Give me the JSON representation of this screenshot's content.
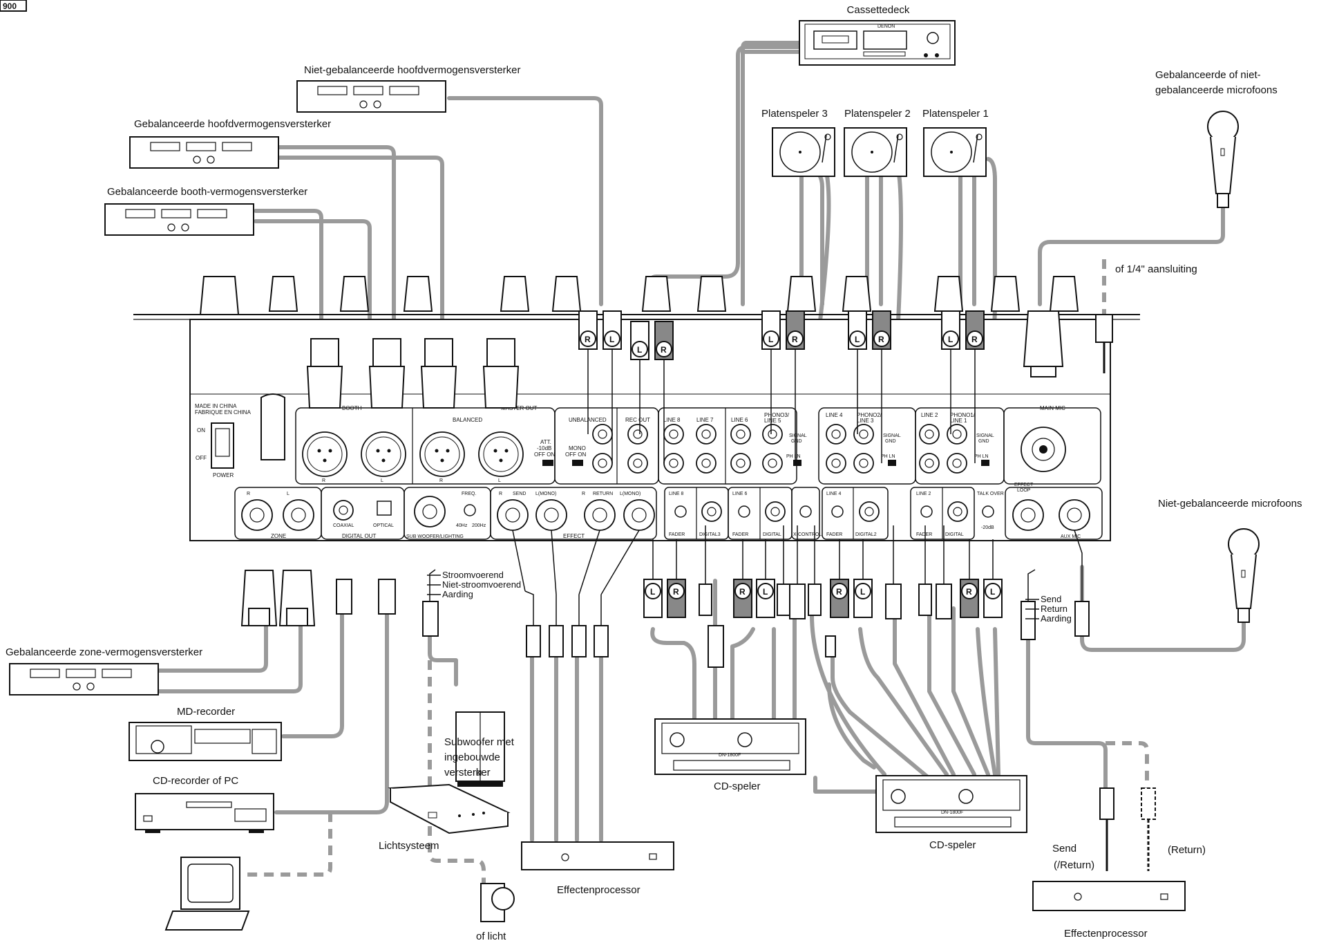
{
  "page_tag": "900",
  "devices": {
    "cassette": "Cassettedeck",
    "unbal_amp": "Niet-gebalanceerde hoofdvermogensversterker",
    "bal_amp": "Gebalanceerde hoofdvermogensversterker",
    "booth_amp": "Gebalanceerde booth-vermogensversterker",
    "tt3": "Platenspeler 3",
    "tt2": "Platenspeler 2",
    "tt1": "Platenspeler 1",
    "mic_bal_1": "Gebalanceerde of niet-",
    "mic_bal_2": "gebalanceerde microfoons",
    "quarter_inch": "of 1/4\" aansluiting",
    "mic_unbal": "Niet-gebalanceerde microfoons",
    "zone_amp": "Gebalanceerde zone-vermogensversterker",
    "md": "MD-recorder",
    "cdr": "CD-recorder of PC",
    "sub_1": "Subwoofer met",
    "sub_2": "ingebouwde",
    "sub_3": "versterker",
    "light": "Lichtsysteem",
    "light2": "of licht",
    "fx1": "Effectenprocessor",
    "fx2": "Effectenprocessor",
    "cd1": "CD-speler",
    "cd2": "CD-speler",
    "send_ret": "Send",
    "send_ret2": "(/Return)",
    "ret": "(Return)"
  },
  "plug_legend_sub": [
    "Stroomvoerend",
    "Niet-stroomvoerend",
    "Aarding"
  ],
  "plug_legend_fx": [
    "Send",
    "Return",
    "Aarding"
  ],
  "panel": {
    "made_in": "MADE IN CHINA",
    "fabrique": "FABRIQUE EN CHINA",
    "on": "ON",
    "off": "OFF",
    "power": "POWER",
    "booth": "BOOTH",
    "balanced": "BALANCED",
    "master_out": "MASTER OUT",
    "unbalanced": "UNBALANCED",
    "rec_out": "REC OUT",
    "att": "ATT.",
    "att_db": "-10dB",
    "off_on": "OFF  ON",
    "mono": "MONO",
    "line8": "LINE 8",
    "line7": "LINE 7",
    "line6": "LINE 6",
    "phono3": "PHONO3/",
    "line5": "LINE 5",
    "line4": "LINE 4",
    "phono2": "PHONO2/",
    "line3": "LINE 3",
    "line2": "LINE 2",
    "phono1": "PHONO1/",
    "line1": "LINE 1",
    "main_mic": "MAIN MIC",
    "signal_gnd": "SIGNAL",
    "gnd": "GND",
    "ph_ln": "PH  LN",
    "zone": "ZONE",
    "digital_out": "DIGITAL OUT",
    "coaxial": "COAXIAL",
    "optical": "OPTICAL",
    "sub_lighting": "SUB WOOFER/LIGHTING",
    "freq": "FREQ.",
    "hz40": "40Hz",
    "hz200": "200Hz",
    "send": "SEND",
    "lmono": "L(MONO)",
    "return": "RETURN",
    "effect": "EFFECT",
    "fader": "FADER",
    "digital3": "DIGITAL3",
    "digital": "DIGITAL",
    "digital2": "DIGITAL2",
    "xcontrol": "X-CONTROL",
    "talk_over": "TALK OVER",
    "effect_loop": "EFFECT",
    "loop": "LOOP",
    "db20": "-20dB",
    "aux_mic": "AUX MIC",
    "r": "R",
    "l": "L"
  },
  "plug_r": "R",
  "plug_l": "L",
  "cd_model": "DN-1800F",
  "brand": "DENON"
}
